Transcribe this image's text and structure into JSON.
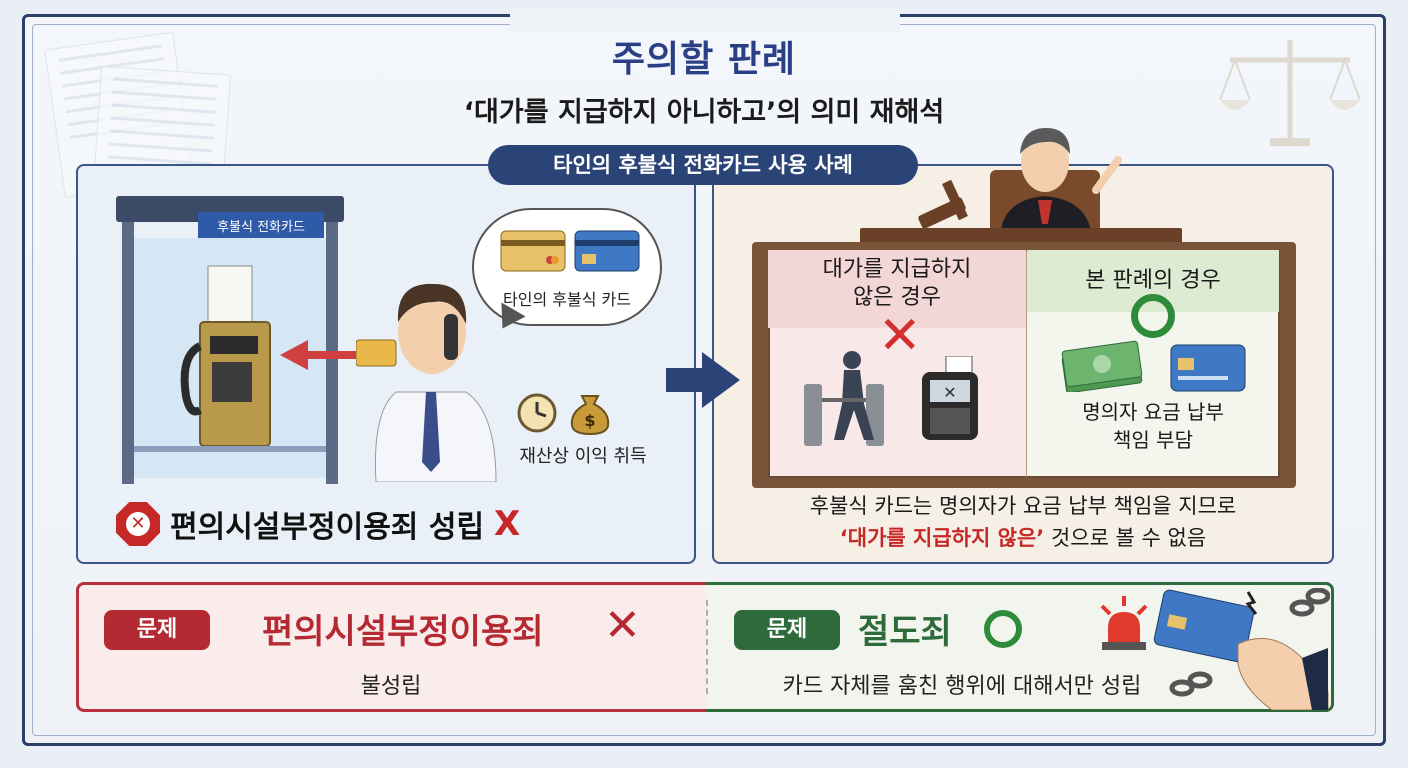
{
  "header": {
    "title": "주의할 판례",
    "subtitle": "‘대가를 지급하지 아니하고’의 의미 재해석"
  },
  "section_pill": "타인의 후불식 전화카드 사용 사례",
  "left_panel": {
    "booth_sign": "후불식 전화카드",
    "speech_label": "타인의 후불식 카드",
    "gain_label": "재산상 이익 취득",
    "verdict": "편의시설부정이용죄 성립",
    "verdict_mark": "X"
  },
  "right_panel": {
    "book_left_title_line1": "대가를 지급하지",
    "book_left_title_line2": "않은 경우",
    "book_right_title": "본 판례의 경우",
    "book_right_text_line1": "명의자 요금 납부",
    "book_right_text_line2": "책임 부담",
    "caption_line1": "후불식 카드는 명의자가 요금 납부 책임을 지므로",
    "caption_highlight": "‘대가를 지급하지 않은’",
    "caption_line2_rest": " 것으로 볼 수 없음"
  },
  "bottom_left": {
    "tag": "문제",
    "title": "편의시설부정이용죄",
    "subtitle": "불성립"
  },
  "bottom_right": {
    "tag": "문제",
    "title": "절도죄",
    "subtitle": "카드 자체를 훔친 행위에 대해서만 성립"
  },
  "colors": {
    "navy": "#2b4478",
    "red": "#b52a32",
    "green": "#2e6b3a"
  }
}
